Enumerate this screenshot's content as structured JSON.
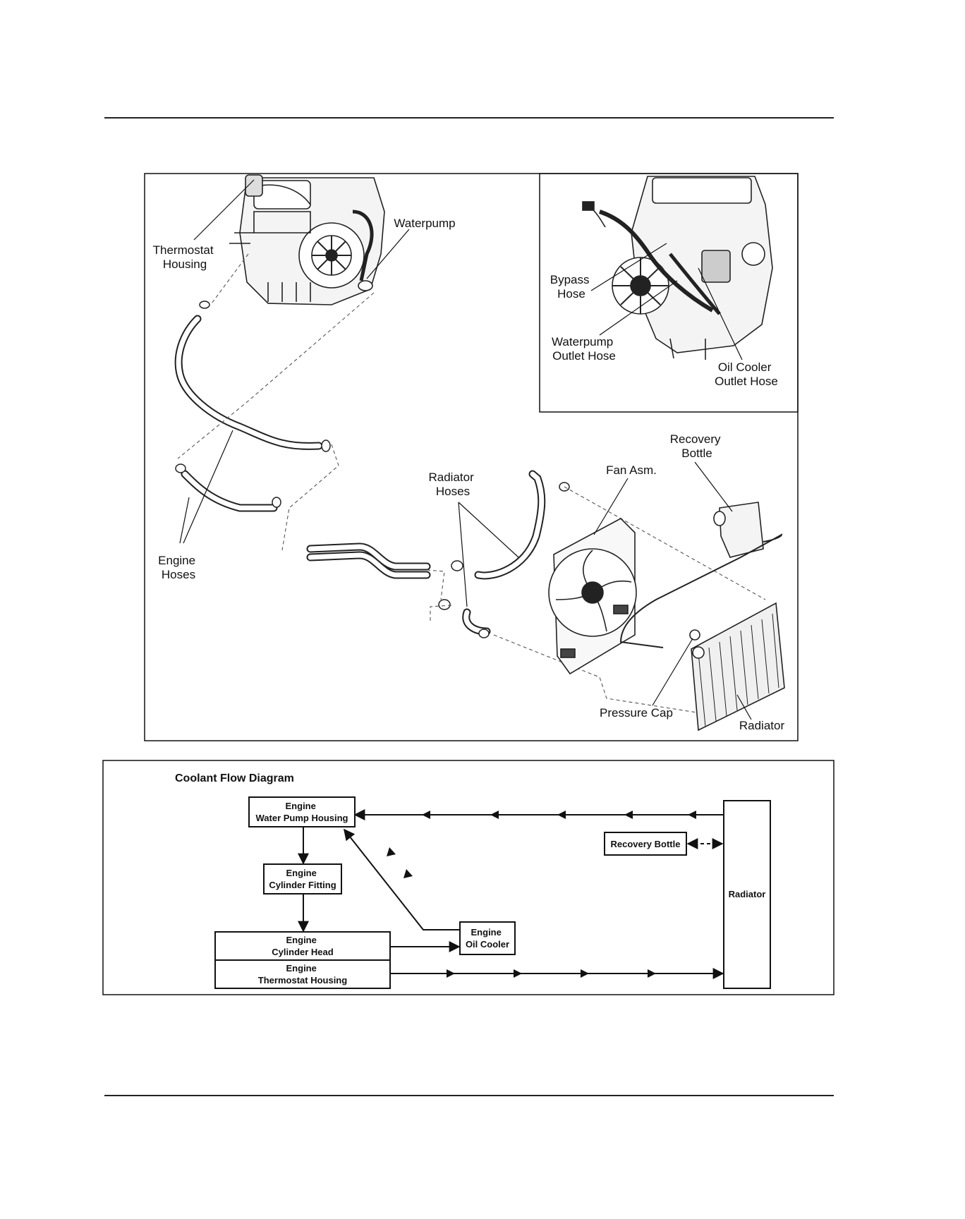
{
  "illustration": {
    "callouts": {
      "thermostat_housing": [
        "Thermostat",
        "Housing"
      ],
      "waterpump": [
        "Waterpump"
      ],
      "bypass_hose": [
        "Bypass",
        "Hose"
      ],
      "waterpump_outlet_hose": [
        "Waterpump",
        "Outlet Hose"
      ],
      "oil_cooler_outlet_hose": [
        "Oil Cooler",
        "Outlet Hose"
      ],
      "recovery_bottle": [
        "Recovery",
        "Bottle"
      ],
      "fan_asm": [
        "Fan Asm."
      ],
      "radiator_hoses": [
        "Radiator",
        "Hoses"
      ],
      "engine_hoses": [
        "Engine",
        "Hoses"
      ],
      "pressure_cap": [
        "Pressure Cap"
      ],
      "radiator": [
        "Radiator"
      ]
    }
  },
  "flow_diagram": {
    "title": "Coolant Flow Diagram",
    "boxes": {
      "water_pump_housing": [
        "Engine",
        "Water Pump Housing"
      ],
      "cylinder_fitting": [
        "Engine",
        "Cylinder Fitting"
      ],
      "cylinder_head": [
        "Engine",
        "Cylinder Head"
      ],
      "thermostat_housing": [
        "Engine",
        "Thermostat Housing"
      ],
      "oil_cooler": [
        "Engine",
        "Oil Cooler"
      ],
      "recovery_bottle": [
        "Recovery Bottle"
      ],
      "radiator": [
        "Radiator"
      ]
    }
  }
}
